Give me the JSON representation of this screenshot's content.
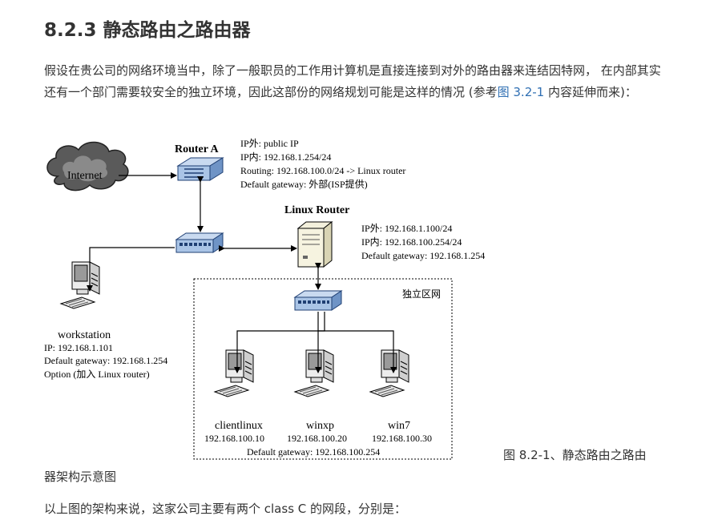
{
  "heading": "8.2.3 静态路由之路由器",
  "para1": {
    "text_before": "假设在贵公司的网络环境当中，除了一般职员的工作用计算机是直接连接到对外的路由器来连结因特网， 在内部其实还有一个部门需要较安全的独立环境，因此这部份的网络规划可能是这样的情况 (参考",
    "link": "图 3.2-1",
    "text_after": " 内容延伸而来)："
  },
  "diagram": {
    "internet_label": "Internet",
    "router_a": {
      "title": "Router A",
      "info": [
        "IP外: public IP",
        "IP内: 192.168.1.254/24",
        "Routing: 192.168.100.0/24 -> Linux router",
        "Default gateway: 外部(ISP提供)"
      ]
    },
    "linux_router": {
      "title": "Linux Router",
      "info": [
        "IP外: 192.168.1.100/24",
        "IP内: 192.168.100.254/24",
        "Default gateway: 192.168.1.254"
      ]
    },
    "workstation": {
      "name": "workstation",
      "info": [
        "IP: 192.168.1.101",
        "Default gateway: 192.168.1.254",
        "Option (加入 Linux router)"
      ]
    },
    "zone_label": "独立区网",
    "clients": [
      {
        "name": "clientlinux",
        "ip": "192.168.100.10"
      },
      {
        "name": "winxp",
        "ip": "192.168.100.20"
      },
      {
        "name": "win7",
        "ip": "192.168.100.30"
      }
    ],
    "zone_gateway": "Default gateway: 192.168.100.254"
  },
  "caption": {
    "line1": "图 8.2-1、静态路由之路由",
    "line2": "器架构示意图"
  },
  "para2": "以上图的架构来说，这家公司主要有两个 class C 的网段，分别是："
}
